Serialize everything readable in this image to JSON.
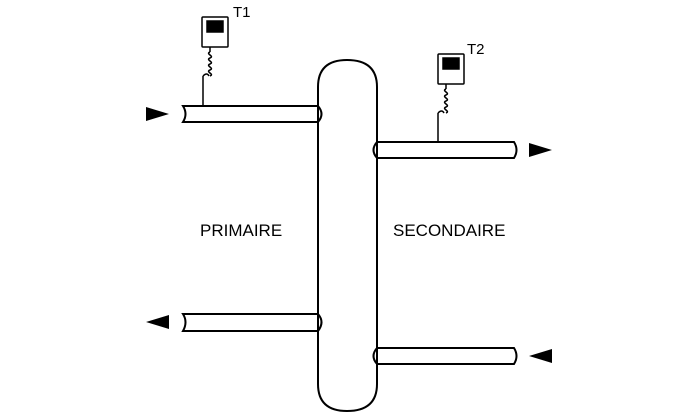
{
  "sensors": [
    {
      "label": "T1"
    },
    {
      "label": "T2"
    }
  ],
  "regions": {
    "left_label": "PRIMAIRE",
    "right_label": "SECONDAIRE"
  },
  "colors": {
    "line": "#000000",
    "fill": "#ffffff"
  }
}
